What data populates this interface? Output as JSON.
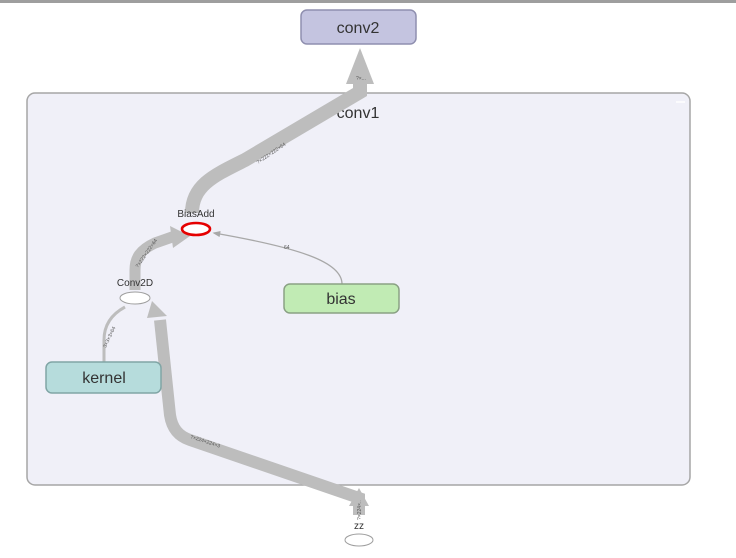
{
  "graph": {
    "title": "",
    "colors": {
      "background": "#ffffff",
      "group_fill": "#f0f0f8",
      "group_stroke": "#a6a6a6",
      "edge": "#bdbdbd",
      "thin_edge": "#a8a8a8",
      "conv2_fill": "#c4c4e0",
      "conv2_stroke": "#8f8faf",
      "bias_fill": "#c1ebb4",
      "bias_stroke": "#8aa184",
      "kernel_fill": "#b6dcdc",
      "kernel_stroke": "#80a5a5",
      "selected_stroke": "#e50000"
    },
    "group": {
      "name": "conv1"
    },
    "nodes": {
      "conv2": {
        "label": "conv2"
      },
      "bias": {
        "label": "bias"
      },
      "kernel": {
        "label": "kernel"
      },
      "bias_add": {
        "label": "BiasAdd"
      },
      "conv2d": {
        "label": "Conv2D"
      },
      "input": {
        "label": "zz"
      }
    },
    "edges": {
      "biasadd_to_conv2": "?×222×222×64",
      "conv2d_to_biasadd": "?×222×222×64",
      "bias_to_biasadd": "64",
      "kernel_to_conv2d": "3×3×3×64",
      "input_to_conv2d": "?×224×224×3",
      "input_small": "?×224×..",
      "conv2_small": "?×..."
    }
  }
}
